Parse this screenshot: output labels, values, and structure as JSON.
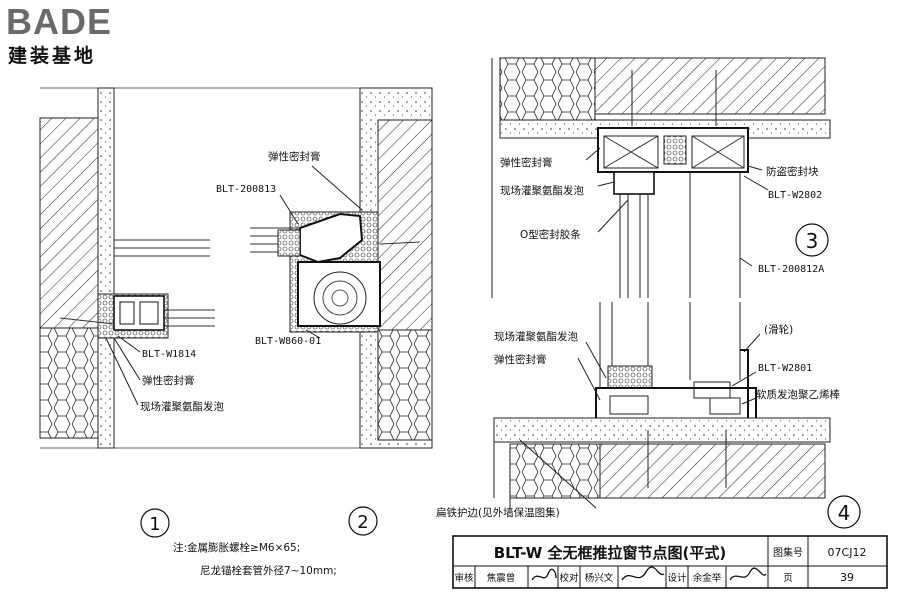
{
  "brand": {
    "name": "BADE",
    "subtitle": "建装基地"
  },
  "labels": {
    "d1_code": "BLT-W1814",
    "d1_sealant": "弹性密封膏",
    "d1_foam": "现场灌聚氨酯发泡",
    "d2_sealant": "弹性密封膏",
    "d2_code_top": "BLT-200813",
    "d2_code_bottom": "BLT-W860-01",
    "d3_sealant": "弹性密封膏",
    "d3_foam": "现场灌聚氨酯发泡",
    "d3_oring": "O型密封胶条",
    "d3_antitheft": "防盗密封块",
    "d3_code_a": "BLT-W2802",
    "d3_code_b": "BLT-200812A",
    "d4_foam": "现场灌聚氨酯发泡",
    "d4_sealant": "弹性密封膏",
    "d4_roller": "(滑轮)",
    "d4_code": "BLT-W2801",
    "d4_rod": "软质发泡聚乙烯棒",
    "flat_iron": "扁铁护边(见外墙保温图集)"
  },
  "detail_numbers": [
    "1",
    "2",
    "3",
    "4"
  ],
  "notes": [
    "注:金属膨胀螺栓≥M6×65;",
    "尼龙锚栓套管外径7~10mm;"
  ],
  "title_block": {
    "title": "BLT-W 全无框推拉窗节点图(平式)",
    "atlas_label": "图集号",
    "atlas_no": "07CJ12",
    "review_label": "审核",
    "reviewer": "焦震曾",
    "check_label": "校对",
    "checker": "杨兴文",
    "design_label": "设计",
    "designer": "余金举",
    "page_label": "页",
    "page_no": "39"
  }
}
